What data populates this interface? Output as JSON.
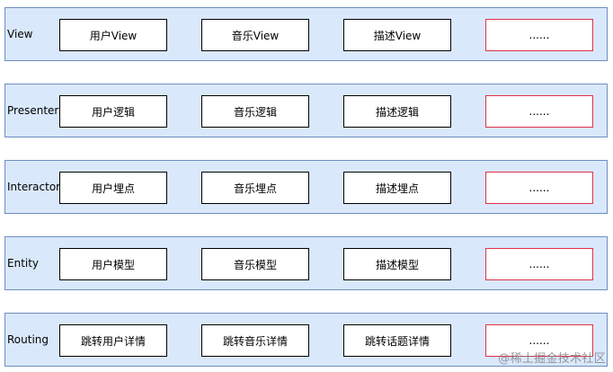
{
  "colors": {
    "layer_fill": "#dae8fc",
    "layer_border": "#6c8ebf",
    "cell_border": "#000000",
    "more_border": "#e0304a"
  },
  "layers": [
    {
      "label": "View",
      "cells": [
        "用户View",
        "音乐View",
        "描述View",
        "......"
      ]
    },
    {
      "label": "Presenter",
      "cells": [
        "用户逻辑",
        "音乐逻辑",
        "描述逻辑",
        "......"
      ]
    },
    {
      "label": "Interactor",
      "cells": [
        "用户埋点",
        "音乐埋点",
        "描述埋点",
        "......"
      ]
    },
    {
      "label": "Entity",
      "cells": [
        "用户模型",
        "音乐模型",
        "描述模型",
        "......"
      ]
    },
    {
      "label": "Routing",
      "cells": [
        "跳转用户详情",
        "跳转音乐详情",
        "跳转话题详情",
        "......"
      ]
    }
  ],
  "watermark": "@稀土掘金技术社区"
}
